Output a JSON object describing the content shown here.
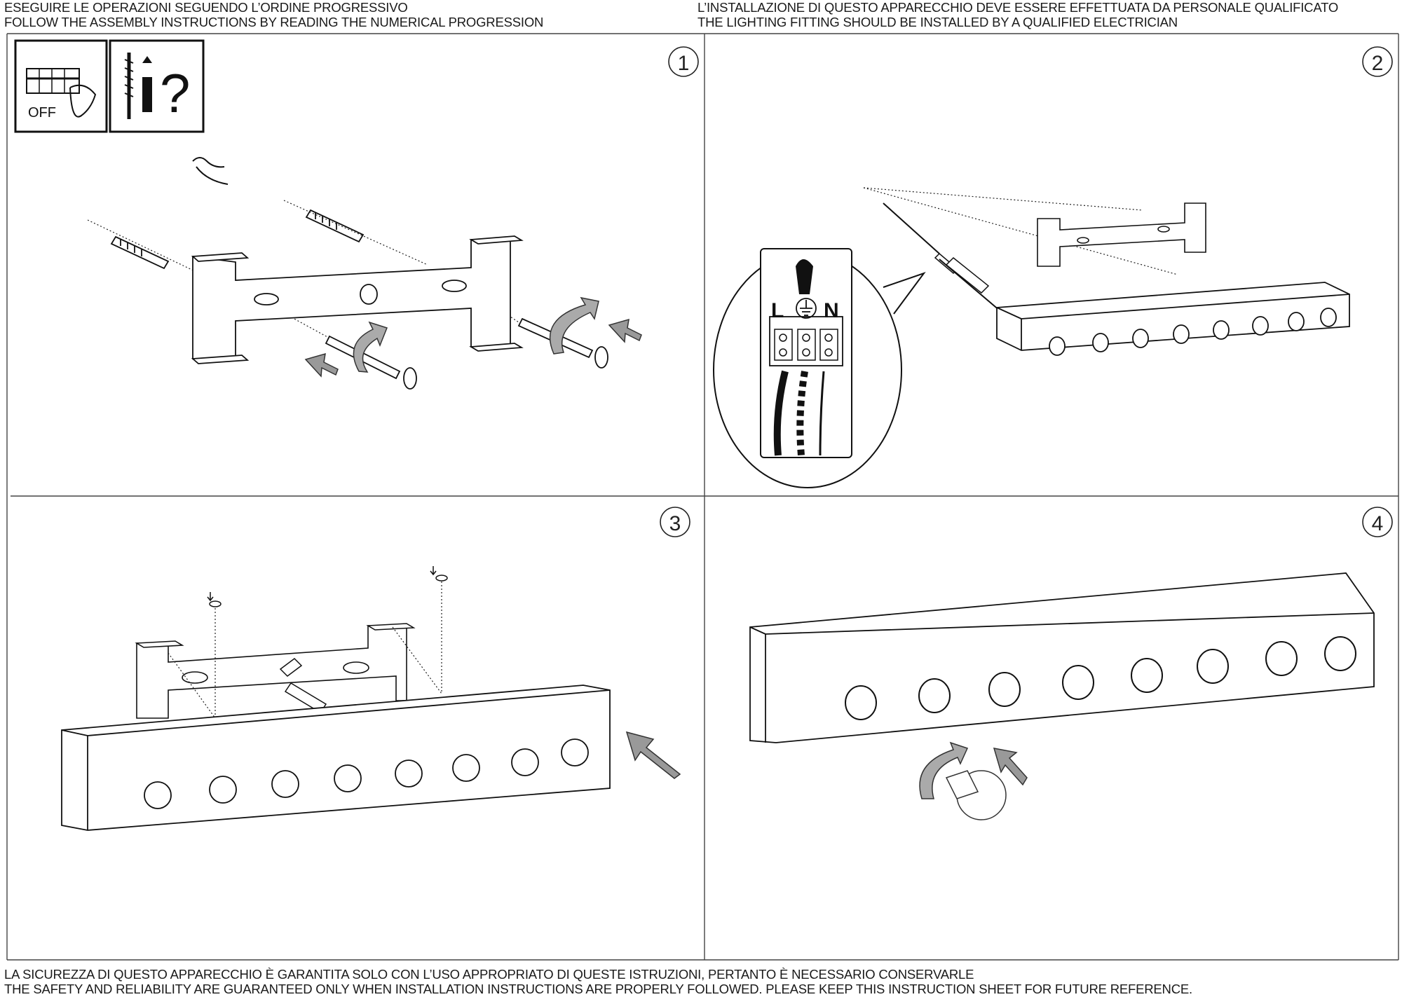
{
  "header": {
    "left_line1": "ESEGUIRE LE OPERAZIONI SEGUENDO L’ORDINE PROGRESSIVO",
    "left_line2": "FOLLOW THE ASSEMBLY INSTRUCTIONS BY READING THE NUMERICAL PROGRESSION",
    "right_line1": "L’INSTALLAZIONE DI QUESTO APPARECCHIO DEVE ESSERE EFFETTUATA DA PERSONALE QUALIFICATO",
    "right_line2": "THE LIGHTING FITTING SHOULD BE INSTALLED BY A QUALIFIED ELECTRICIAN"
  },
  "footer": {
    "line1": "LA SICUREZZA DI QUESTO APPARECCHIO È GARANTITA SOLO CON L’USO APPROPRIATO DI QUESTE ISTRUZIONI, PERTANTO È NECESSARIO CONSERVARLE",
    "line2": "THE SAFETY AND RELIABILITY ARE GUARANTEED ONLY WHEN INSTALLATION INSTRUCTIONS ARE PROPERLY FOLLOWED. PLEASE KEEP THIS INSTRUCTION SHEET FOR FUTURE REFERENCE."
  },
  "steps": [
    {
      "number": "1",
      "icons": {
        "power_label": "OFF",
        "question_mark": "?"
      }
    },
    {
      "number": "2",
      "terminal": {
        "live": "L",
        "neutral": "N"
      }
    },
    {
      "number": "3"
    },
    {
      "number": "4"
    }
  ],
  "icons": [
    "power-off-icon",
    "screw-anchor-question-icon",
    "arrow-icon",
    "rotate-arrow-icon",
    "bulb-icon",
    "earth-symbol-icon"
  ]
}
